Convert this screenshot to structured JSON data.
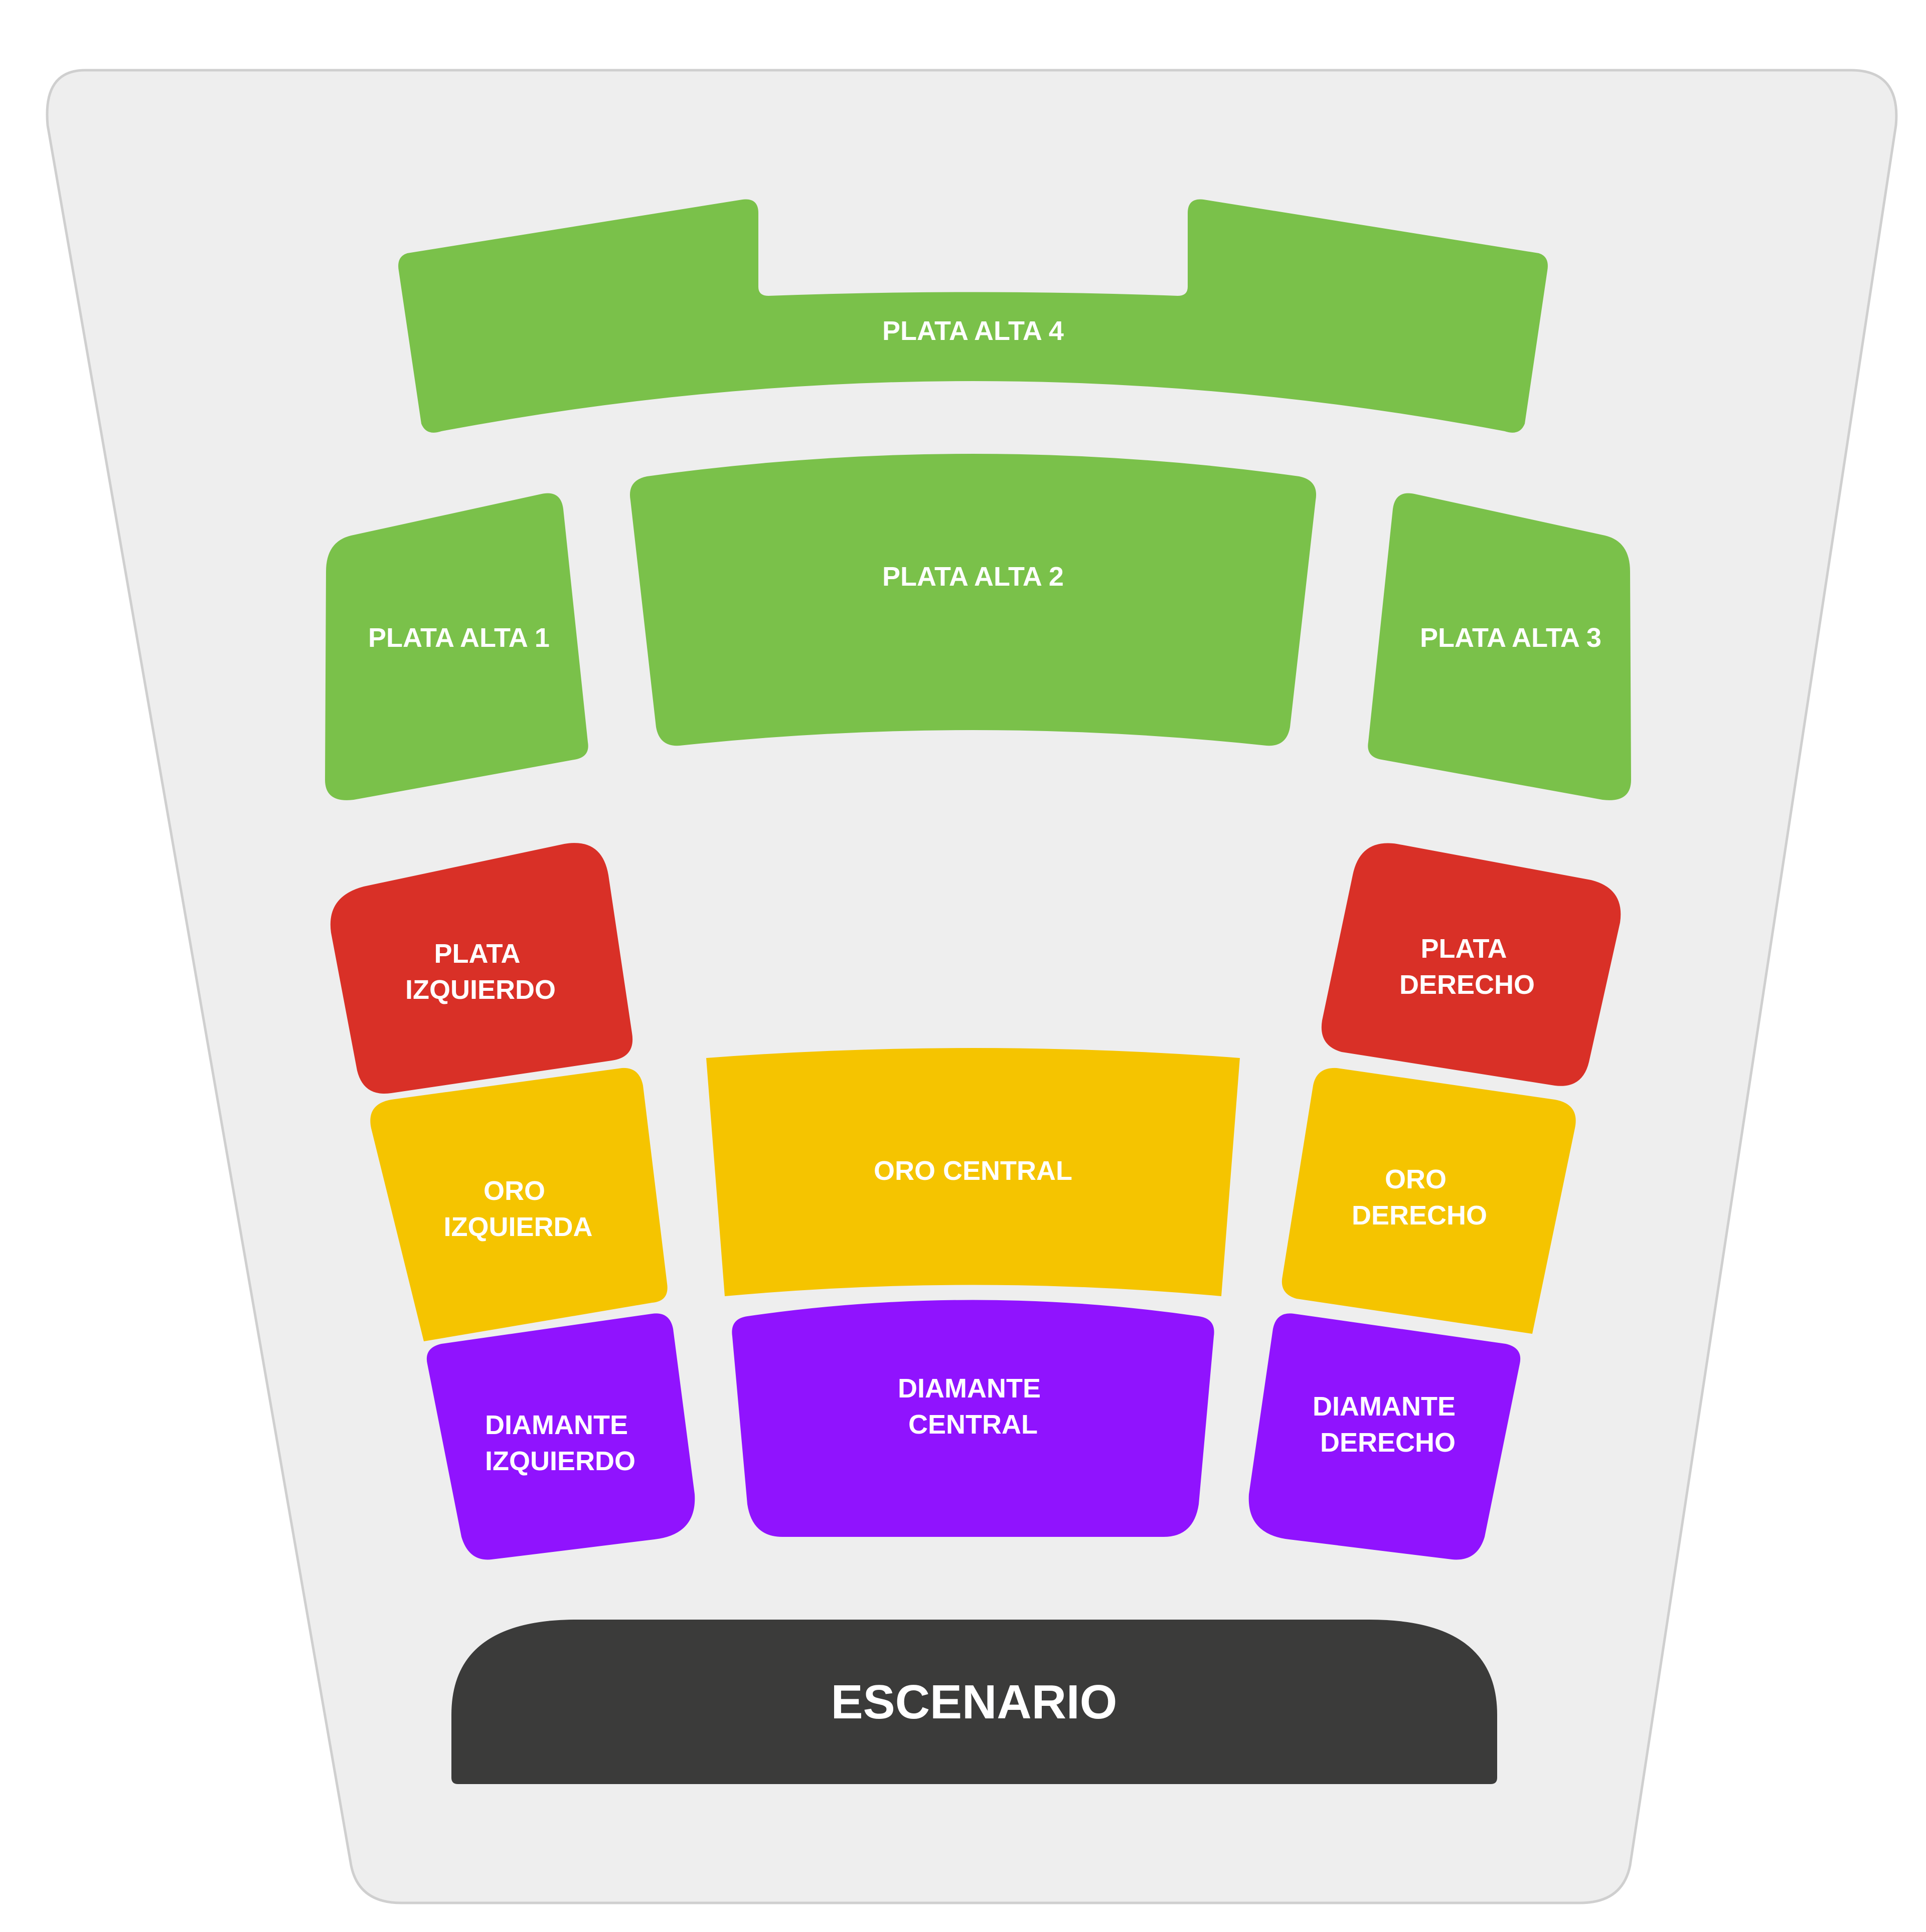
{
  "colors": {
    "venue_floor": "#eeeeee",
    "venue_border": "#cfcfcf",
    "plata_alta": "#7ac14a",
    "plata": "#d93027",
    "oro": "#f5c400",
    "diamante": "#9013fe",
    "stage": "#3b3b3a",
    "label_text": "#ffffff"
  },
  "sections": {
    "plata_alta_4": {
      "label": [
        "PLATA ALTA 4"
      ],
      "tier": "plata_alta"
    },
    "plata_alta_1": {
      "label": [
        "PLATA ALTA 1"
      ],
      "tier": "plata_alta"
    },
    "plata_alta_2": {
      "label": [
        "PLATA ALTA 2"
      ],
      "tier": "plata_alta"
    },
    "plata_alta_3": {
      "label": [
        "PLATA ALTA 3"
      ],
      "tier": "plata_alta"
    },
    "plata_izquierdo": {
      "label": [
        "PLATA",
        "IZQUIERDO"
      ],
      "tier": "plata"
    },
    "plata_derecho": {
      "label": [
        "PLATA",
        "DERECHO"
      ],
      "tier": "plata"
    },
    "oro_izquierda": {
      "label": [
        "ORO",
        "IZQUIERDA"
      ],
      "tier": "oro"
    },
    "oro_central": {
      "label": [
        "ORO CENTRAL"
      ],
      "tier": "oro"
    },
    "oro_derecho": {
      "label": [
        "ORO",
        "DERECHO"
      ],
      "tier": "oro"
    },
    "diamante_izquierdo": {
      "label": [
        "DIAMANTE",
        "IZQUIERDO"
      ],
      "tier": "diamante"
    },
    "diamante_central": {
      "label": [
        "DIAMANTE",
        "CENTRAL"
      ],
      "tier": "diamante"
    },
    "diamante_derecho": {
      "label": [
        "DIAMANTE",
        "DERECHO"
      ],
      "tier": "diamante"
    }
  },
  "stage": {
    "label": "ESCENARIO"
  }
}
